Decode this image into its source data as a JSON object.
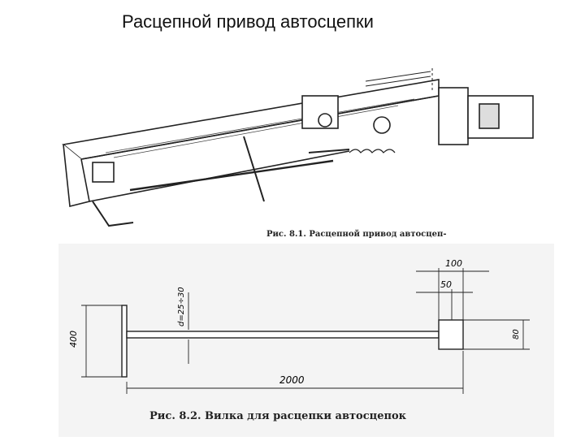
{
  "slide": {
    "title": "Расцепной привод автосцепки"
  },
  "figure1": {
    "caption": "Рис. 8.1. Расцепной привод автосцеп-"
  },
  "figure2": {
    "caption": "Рис. 8.2. Вилка для расцепки автосцепок",
    "dimensions": {
      "total_length": "2000",
      "handle_height": "400",
      "fork_height": "80",
      "fork_width_outer": "100",
      "fork_width_inner": "50",
      "rod_diameter": "d=25÷30"
    }
  }
}
